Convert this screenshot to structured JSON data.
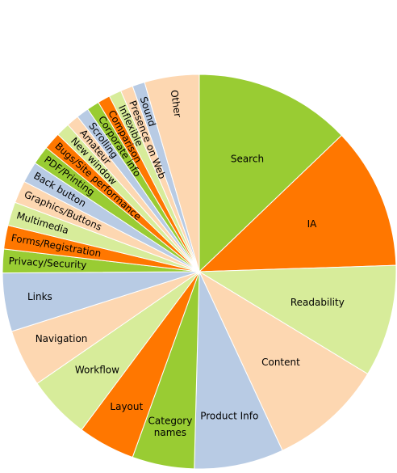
{
  "chart_data": {
    "type": "pie",
    "title": "",
    "colors": {
      "green": "#99CC33",
      "orange": "#FF7700",
      "lightgreen": "#D7EC9A",
      "peach": "#FDD7B1",
      "blue": "#B8CBE4"
    },
    "slices": [
      {
        "label": "Search",
        "value": 12.6,
        "color": "#99CC33"
      },
      {
        "label": "IA",
        "value": 11.4,
        "color": "#FF7700"
      },
      {
        "label": "Readability",
        "value": 9.0,
        "color": "#D7EC9A"
      },
      {
        "label": "Content",
        "value": 9.2,
        "color": "#FDD7B1"
      },
      {
        "label": "Product Info",
        "value": 7.2,
        "color": "#B8CBE4"
      },
      {
        "label": "Category names",
        "value": 5.0,
        "color": "#99CC33"
      },
      {
        "label": "Layout",
        "value": 4.6,
        "color": "#FF7700"
      },
      {
        "label": "Workflow",
        "value": 5.1,
        "color": "#D7EC9A"
      },
      {
        "label": "Navigation",
        "value": 4.6,
        "color": "#FDD7B1"
      },
      {
        "label": "Links",
        "value": 4.7,
        "color": "#B8CBE4"
      },
      {
        "label": "Privacy/Security",
        "value": 1.9,
        "color": "#99CC33"
      },
      {
        "label": "Forms/Registration",
        "value": 1.9,
        "color": "#FF7700"
      },
      {
        "label": "Multimedia",
        "value": 1.9,
        "color": "#D7EC9A"
      },
      {
        "label": "Graphics/Buttons",
        "value": 1.8,
        "color": "#FDD7B1"
      },
      {
        "label": "Back button",
        "value": 1.7,
        "color": "#B8CBE4"
      },
      {
        "label": "PDF/Printing",
        "value": 1.5,
        "color": "#99CC33"
      },
      {
        "label": "Bugs/Site performance",
        "value": 1.4,
        "color": "#FF7700"
      },
      {
        "label": "New window",
        "value": 1.1,
        "color": "#D7EC9A"
      },
      {
        "label": "Amateur",
        "value": 1.0,
        "color": "#FDD7B1"
      },
      {
        "label": "Scrolling",
        "value": 1.0,
        "color": "#B8CBE4"
      },
      {
        "label": "Corporate info",
        "value": 1.0,
        "color": "#99CC33"
      },
      {
        "label": "Comparison",
        "value": 1.0,
        "color": "#FF7700"
      },
      {
        "label": "Inflexible",
        "value": 1.0,
        "color": "#D7EC9A"
      },
      {
        "label": "Presence on Web",
        "value": 1.0,
        "color": "#FDD7B1"
      },
      {
        "label": "Sound",
        "value": 1.0,
        "color": "#B8CBE4"
      },
      {
        "label": "Other",
        "value": 4.4,
        "color": "#FDD7B1"
      }
    ]
  }
}
